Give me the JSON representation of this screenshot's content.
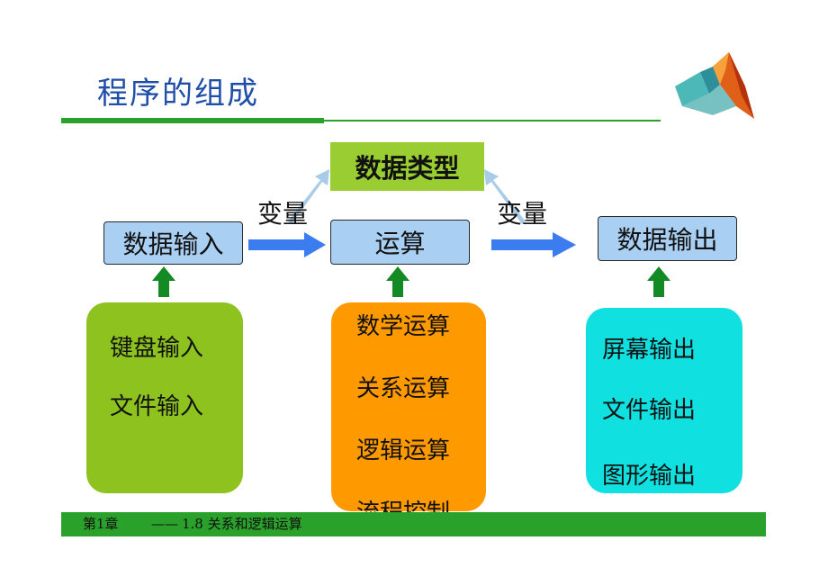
{
  "title": "程序的组成",
  "center_top": "数据类型",
  "variable_left": "变量",
  "variable_right": "变量",
  "nodes": {
    "input": "数据输入",
    "compute": "运算",
    "output": "数据输出"
  },
  "input_items": [
    "键盘输入",
    "文件输入"
  ],
  "compute_items": [
    "数学运算",
    "关系运算",
    "逻辑运算",
    "流程控制"
  ],
  "output_items": [
    "屏幕输出",
    "文件输出",
    "图形输出"
  ],
  "footer": {
    "chapter": "第1章",
    "dash": "——",
    "section": "1.8 关系和逻辑运算"
  },
  "colors": {
    "title": "#1f4ea8",
    "green": "#2aa12a",
    "node_blue": "#a9cff2",
    "type_box": "#9acd32",
    "input_panel": "#8dc21f",
    "compute_panel": "#ff9900",
    "output_panel": "#11e0e0",
    "arrow_blue": "#3b7cf0",
    "arrow_green": "#138a24"
  },
  "icons": [
    "matlab-logo-icon"
  ]
}
